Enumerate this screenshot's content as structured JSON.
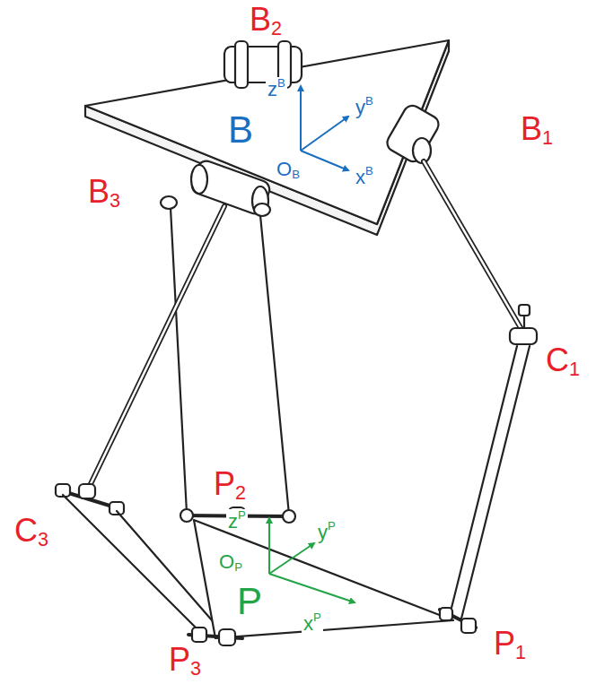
{
  "diagram": {
    "labels": [
      "B2",
      "zB",
      "yB",
      "B",
      "OB",
      "xB",
      "B1",
      "B3",
      "C1",
      "C3",
      "P2",
      "zP",
      "yP",
      "OP",
      "P",
      "xP",
      "P3",
      "P1"
    ]
  }
}
